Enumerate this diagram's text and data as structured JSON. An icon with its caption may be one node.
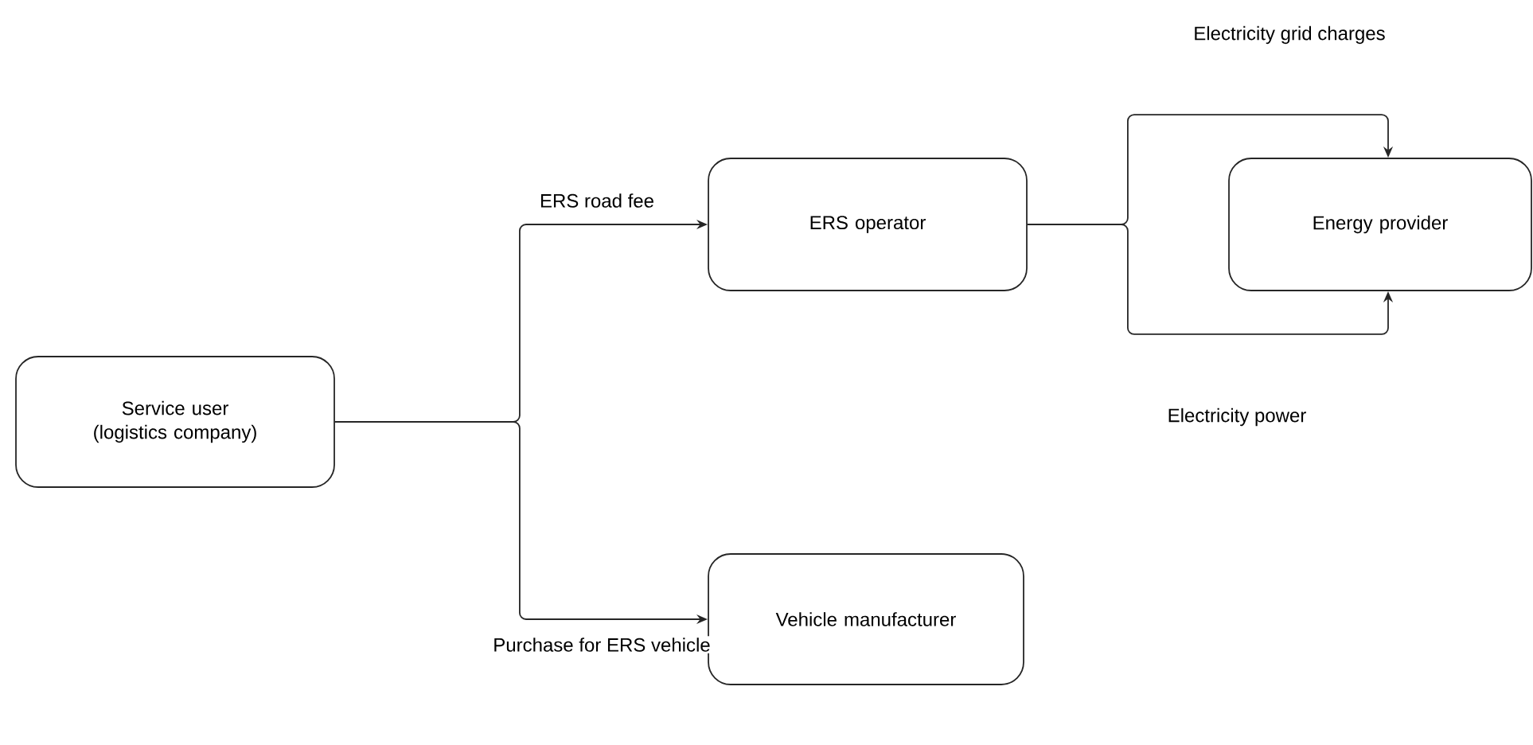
{
  "diagram": {
    "nodes": [
      {
        "text": [
          "Service user (logistics company)"
        ]
      },
      {
        "text": [
          "ERS operator"
        ]
      },
      {
        "text": [
          "Energy provider"
        ]
      },
      {
        "text": [
          "Vehicle manufacturer"
        ]
      }
    ],
    "edges": [
      {
        "from": 0,
        "to": 1,
        "arrow": "to",
        "label": "ERS road fee"
      },
      {
        "from": 0,
        "to": 3,
        "arrow": "to",
        "label": "Purchase for ERS vehicle"
      },
      {
        "from": 1,
        "to": 2,
        "arrow": "to",
        "label": "Electricity grid charges"
      },
      {
        "from": 1,
        "to": 2,
        "arrow": "to",
        "label": "Electricity power"
      }
    ]
  }
}
